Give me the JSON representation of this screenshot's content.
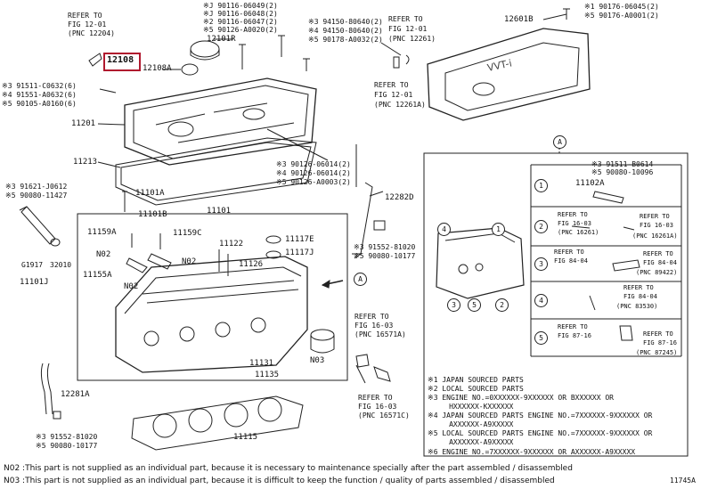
{
  "colors": {
    "highlight": "#b0182e",
    "line": "#222222",
    "background": "#ffffff"
  },
  "refs": {
    "r1": [
      "REFER TO",
      "FIG 12-01",
      "(PNC 12204)"
    ],
    "r2": [
      "REFER TO",
      "FIG 12-01",
      "(PNC 12261)"
    ],
    "r3": [
      "REFER TO",
      "FIG 12-01",
      "(PNC 12261A)"
    ],
    "r4": [
      "REFER TO",
      "FIG 16-03",
      "(PNC 16571A)"
    ],
    "r5": [
      "REFER TO",
      "FIG 16-03",
      "(PNC 16571C)"
    ]
  },
  "topA": [
    "※J 90116-06049(2)",
    "※J 90116-06048(2)",
    "※2 90116-06047(2)",
    "※5 90126-A0020(2)"
  ],
  "topB": [
    "※3 94150-80640(2)",
    "※4 94150-80640(2)",
    "※5 90178-A0032(2)"
  ],
  "topR": [
    "※1 90176-06045(2)",
    "※5 90176-A0001(2)"
  ],
  "leftTop": [
    "※3 91511-C0632(6)",
    "※4 91551-A0632(6)",
    "※5 90105-A0160(6)"
  ],
  "midR": [
    "※3 90126-06014(2)",
    "※4 90126-06014(2)",
    "※5 90126-A0003(2)"
  ],
  "leftMid": [
    "※3 91621-J0612",
    "※5 90080-11427"
  ],
  "midBolt": [
    "※3 91552-81020",
    "※5 90080-10177"
  ],
  "botBolt": [
    "※3 91552-81020",
    "※5 90080-10177"
  ],
  "parts": {
    "p12108": "12108",
    "p12108A": "12108A",
    "p12101R": "12101R",
    "p12601B": "12601B",
    "p11201": "11201",
    "p11213": "11213",
    "p11101A": "11101A",
    "p11101B": "11101B",
    "p11101": "11101",
    "p12282D": "12282D",
    "p11159A": "11159A",
    "p11159C": "11159C",
    "p11122": "11122",
    "p11117E": "11117E",
    "p11117J": "11117J",
    "pN02a": "N02",
    "pN02b": "N02",
    "pN02c": "N02",
    "p11126": "11126",
    "p11155A": "11155A",
    "pG1917": "G1917",
    "p32010": "32010",
    "p11101J": "11101J",
    "p11131": "11131",
    "p11135": "11135",
    "pN03": "N03",
    "p12281A": "12281A",
    "p11115": "11115",
    "p11102A": "11102A",
    "pA1": "A",
    "pA2": "A"
  },
  "detail": {
    "row1": [
      "※3 91511-B0614",
      "※5 90080-10096"
    ],
    "row2L": [
      "REFER TO",
      "FIG 16-03",
      "(PNC 16261)"
    ],
    "row2R": [
      "REFER TO",
      "FIG 16-03",
      "(PNC 16261A)"
    ],
    "row3L": [
      "REFER TO",
      "FIG 84-04"
    ],
    "row3R": [
      "REFER TO",
      "FIG 84-04",
      "(PNC 89422)"
    ],
    "row4": [
      "REFER TO",
      "FIG 84-04",
      "(PNC 83530)"
    ],
    "row5L": [
      "REFER TO",
      "FIG 87-16"
    ],
    "row5R": [
      "REFER TO",
      "FIG 87-16",
      "(PNC 87245)"
    ],
    "nums": [
      "1",
      "2",
      "3",
      "4",
      "5"
    ],
    "enginenums": [
      "4",
      "1",
      "5",
      "3",
      "2"
    ]
  },
  "notes": [
    "※1 JAPAN SOURCED PARTS",
    "※2 LOCAL SOURCED PARTS",
    "※3 ENGINE NO.=0XXXXXX-9XXXXXX OR BXXXXXX OR",
    "     HXXXXXX-KXXXXXX",
    "※4 JAPAN SOURCED PARTS ENGINE NO.=7XXXXXX-9XXXXXX OR",
    "     AXXXXXX-A9XXXXX",
    "※5 LOCAL SOURCED PARTS ENGINE NO.=7XXXXXX-9XXXXXX OR",
    "     AXXXXXX-A9XXXXX",
    "※6 ENGINE NO.=7XXXXXX-9XXXXXX OR AXXXXXX-A9XXXXX"
  ],
  "footnotes": [
    "N02 :This part is not supplied as an individual part, because it is necessary to maintenance specially after the part assembled / disassembled",
    "N03 :This part is not supplied as an individual part, because it is difficult to keep the function / quality of parts  assembled / disassembled"
  ],
  "figno": "11745A"
}
